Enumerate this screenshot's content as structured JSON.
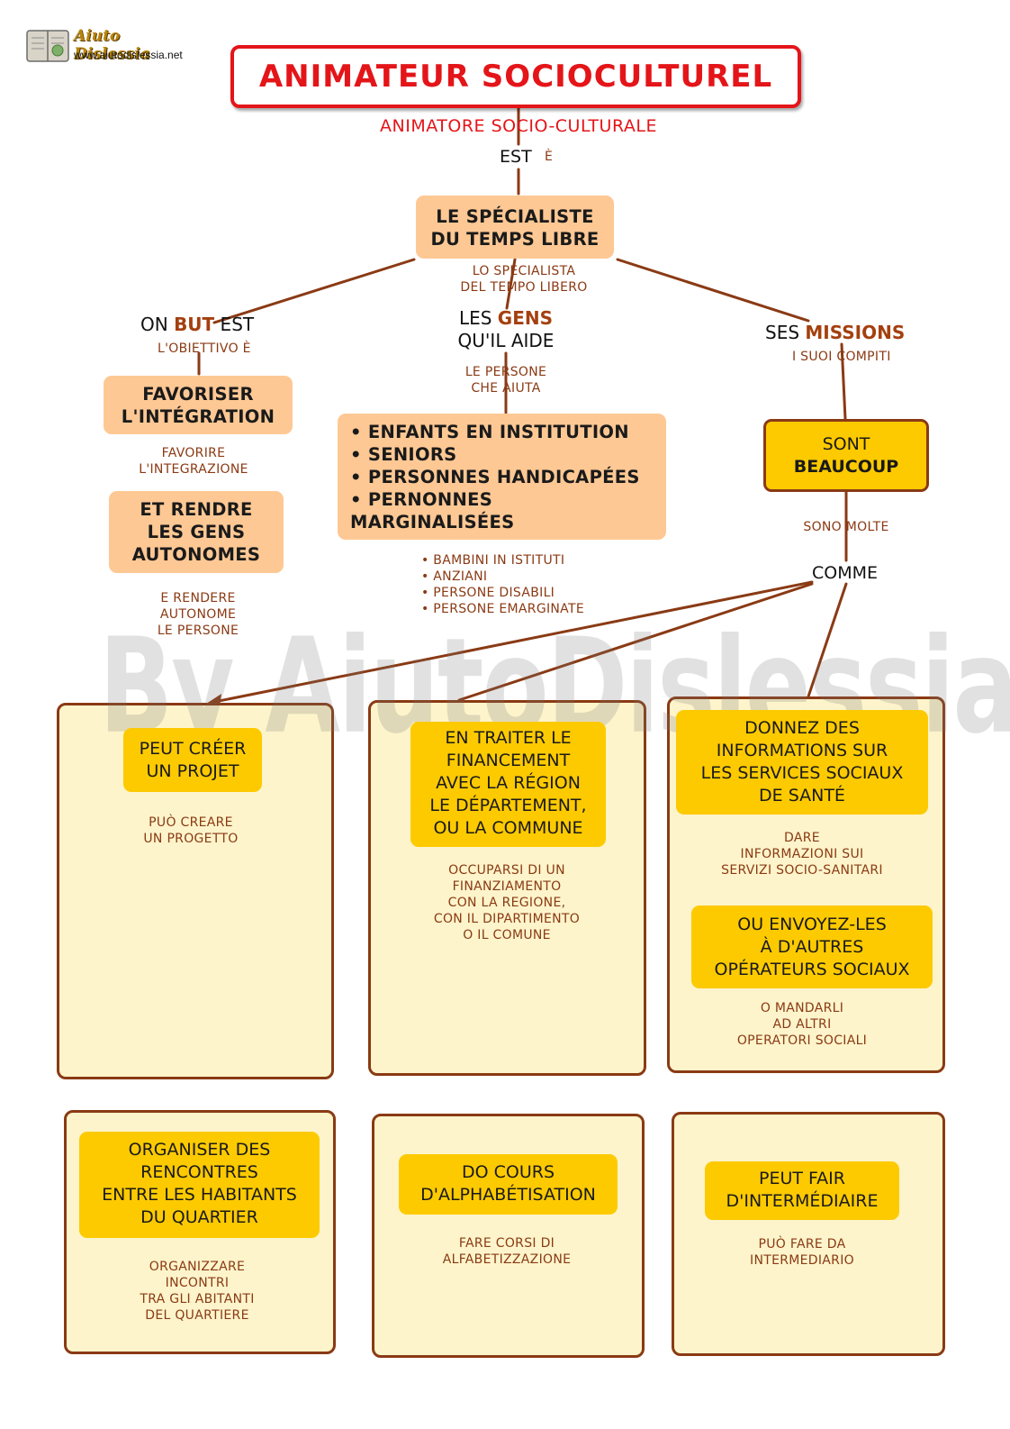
{
  "logo": {
    "brand": "Aiuto Dislessia",
    "url": "www.aiutodislessia.net"
  },
  "title": "ANIMATEUR SOCIOCULTUREL",
  "title_it": "ANIMATORE SOCIO-CULTURALE",
  "link_est": {
    "fr": "EST",
    "it": "È"
  },
  "specialist": {
    "fr_line1": "LE SPÉCIALISTE",
    "fr_line2": "DU TEMPS LIBRE",
    "it_line1": "LO SPECIALISTA",
    "it_line2": "DEL TEMPO LIBERO"
  },
  "but": {
    "fr_pre": "ON ",
    "fr_key": "BUT",
    "fr_post": " EST",
    "it": "L'OBIETTIVO È"
  },
  "gens": {
    "fr_pre": "LES ",
    "fr_key": "GENS",
    "fr_line2": "QU'IL AIDE",
    "it_line1": "LE PERSONE",
    "it_line2": "CHE AIUTA"
  },
  "missions": {
    "fr_pre": "SES ",
    "fr_key": "MISSIONS",
    "it": "I SUOI COMPITI"
  },
  "favoriser": {
    "fr_line1": "FAVORISER",
    "fr_line2": "L'INTÉGRATION",
    "it_line1": "FAVORIRE",
    "it_line2": "L'INTEGRAZIONE"
  },
  "rendre": {
    "fr_line1": "ET RENDRE",
    "fr_line2": "LES GENS",
    "fr_line3": "AUTONOMES",
    "it_line1": "E RENDERE",
    "it_line2": "AUTONOME",
    "it_line3": "LE PERSONE"
  },
  "people_fr": [
    "• ENFANTS EN INSTITUTION",
    "• SENIORS",
    "• PERSONNES HANDICAPÉES",
    "• PERNONNES",
    "MARGINALISÉES"
  ],
  "people_it": [
    "• BAMBINI IN ISTITUTI",
    "• ANZIANI",
    "• PERSONE DISABILI",
    "• PERSONE EMARGINATE"
  ],
  "beaucoup": {
    "fr_line1": "SONT",
    "fr_line2": "BEAUCOUP",
    "it": "SONO MOLTE"
  },
  "comme": "COMME",
  "watermark": "By AiutoDislessia.net",
  "mission_projet": {
    "fr_line1": "PEUT CRÉER",
    "fr_line2": "UN PROJET",
    "it_line1": "PUÒ CREARE",
    "it_line2": "UN PROGETTO"
  },
  "mission_financement": {
    "fr": [
      "EN TRAITER LE",
      "FINANCEMENT",
      "AVEC LA RÉGION",
      "LE DÉPARTEMENT,",
      "OU LA COMMUNE"
    ],
    "it": [
      "OCCUPARSI DI UN",
      "FINANZIAMENTO",
      "CON LA REGIONE,",
      "CON IL DIPARTIMENTO",
      "O IL COMUNE"
    ]
  },
  "mission_info": {
    "fr": [
      "DONNEZ DES",
      "INFORMATIONS SUR",
      "LES SERVICES SOCIAUX",
      "DE SANTÉ"
    ],
    "it": [
      "DARE",
      "INFORMAZIONI SUI",
      "SERVIZI SOCIO-SANITARI"
    ]
  },
  "mission_envoyer": {
    "fr": [
      "OU ENVOYEZ-LES",
      "À D'AUTRES",
      "OPÉRATEURS SOCIAUX"
    ],
    "it": [
      "O MANDARLI",
      "AD ALTRI",
      "OPERATORI SOCIALI"
    ]
  },
  "mission_rencontres": {
    "fr": [
      "ORGANISER DES",
      "RENCONTRES",
      "ENTRE LES HABITANTS",
      "DU QUARTIER"
    ],
    "it": [
      "ORGANIZZARE",
      "INCONTRI",
      "TRA GLI ABITANTI",
      "DEL QUARTIERE"
    ]
  },
  "mission_cours": {
    "fr": [
      "DO COURS",
      "D'ALPHABÉTISATION"
    ],
    "it": [
      "FARE CORSI DI",
      "ALFABETIZZAZIONE"
    ]
  },
  "mission_intermediaire": {
    "fr": [
      "PEUT FAIR",
      "D'INTERMÉDIAIRE"
    ],
    "it": [
      "PUÒ FARE DA",
      "INTERMEDIARIO"
    ]
  },
  "colors": {
    "title_red": "#e41519",
    "brown": "#8a3a14",
    "peach": "#fec894",
    "gold": "#fdca00",
    "panel": "#fdf4cb"
  }
}
